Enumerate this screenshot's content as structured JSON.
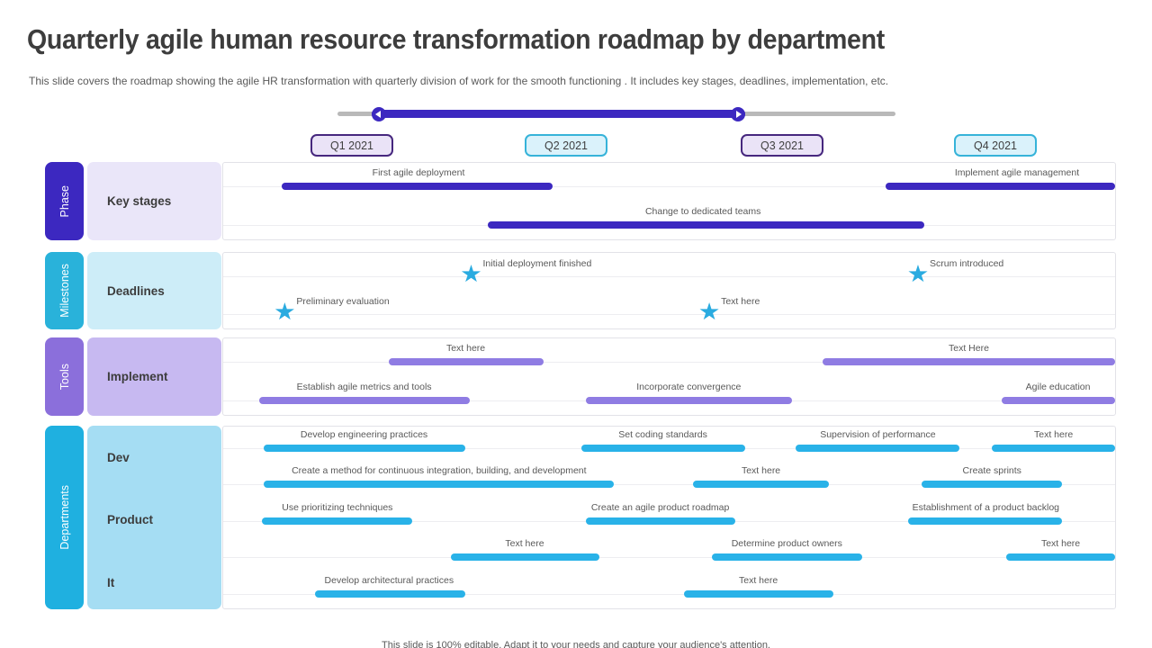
{
  "title": "Quarterly agile human resource transformation roadmap by department",
  "subtitle": "This slide covers the roadmap showing the agile HR transformation with quarterly division of work  for the smooth functioning . It includes key stages, deadlines,  implementation, etc.",
  "footer": "This slide is 100% editable. Adapt it to your needs and capture your audience's attention.",
  "colors": {
    "indigo": "#3c28c0",
    "lavender_bar": "#8f7ce3",
    "cyan_bar": "#29b2e8",
    "star_cyan": "#2aabe0",
    "track_gray": "#b9b9b9",
    "q_purple_border": "#46277e",
    "q_cyan_border": "#36b3d9"
  },
  "timeline": {
    "quarters": [
      {
        "label": "Q1 2021",
        "theme": "purple"
      },
      {
        "label": "Q2 2021",
        "theme": "cyan"
      },
      {
        "label": "Q3 2021",
        "theme": "purple"
      },
      {
        "label": "Q4 2021",
        "theme": "cyan"
      }
    ]
  },
  "rows": [
    {
      "tab": "Phase",
      "category": "Key stages",
      "subrows": [
        {
          "bars": [
            {
              "label": "First agile deployment",
              "left": 6.6,
              "width": 30.3,
              "center": 21.9
            },
            {
              "label": "Implement  agile management",
              "left": 74.3,
              "width": 25.7,
              "center": 89.0
            }
          ]
        },
        {
          "bars": [
            {
              "label": "Change to dedicated teams",
              "left": 29.7,
              "width": 48.9,
              "center": 53.8
            }
          ]
        }
      ]
    },
    {
      "tab": "Milestones",
      "category": "Deadlines",
      "subrows": [
        {
          "stars": [
            {
              "label": "Initial deployment finished",
              "pos": 27.8
            },
            {
              "label": "Scrum introduced",
              "pos": 77.9
            }
          ]
        },
        {
          "stars": [
            {
              "label": "Preliminary evaluation",
              "pos": 6.9
            },
            {
              "label": "Text here",
              "pos": 54.5
            }
          ]
        }
      ]
    },
    {
      "tab": "Tools",
      "category": "Implement",
      "subrows": [
        {
          "bars": [
            {
              "label": "Text here",
              "left": 18.6,
              "width": 17.3,
              "center": 27.2
            },
            {
              "label": "Text Here",
              "left": 67.2,
              "width": 32.8,
              "center": 83.6
            }
          ]
        },
        {
          "bars": [
            {
              "label": "Establish agile  metrics and tools",
              "left": 4.0,
              "width": 23.6,
              "center": 15.8
            },
            {
              "label": "Incorporate convergence",
              "left": 40.7,
              "width": 23.1,
              "center": 52.2
            },
            {
              "label": "Agile education",
              "left": 87.3,
              "width": 12.7,
              "center": 93.6
            }
          ]
        }
      ]
    },
    {
      "tab": "Departments",
      "categories": [
        "Dev",
        "Product",
        "It"
      ],
      "subrows": [
        {
          "bars": [
            {
              "label": "Develop engineering practices",
              "left": 4.5,
              "width": 22.6,
              "center": 15.8
            },
            {
              "label": "Set coding standards",
              "left": 40.2,
              "width": 18.3,
              "center": 49.3
            },
            {
              "label": "Supervision of performance",
              "left": 64.2,
              "width": 18.3,
              "center": 73.4
            },
            {
              "label": "Text here",
              "left": 86.2,
              "width": 13.8,
              "center": 93.1
            }
          ]
        },
        {
          "bars": [
            {
              "label": "Create a method  for continuous integration,  building,  and development",
              "left": 4.5,
              "width": 39.3,
              "center": 24.2
            },
            {
              "label": "Text here",
              "left": 52.7,
              "width": 15.2,
              "center": 60.3
            },
            {
              "label": "Create sprints",
              "left": 78.3,
              "width": 15.7,
              "center": 86.2
            }
          ]
        },
        {
          "bars": [
            {
              "label": "Use prioritizing techniques",
              "left": 4.3,
              "width": 16.9,
              "center": 12.8
            },
            {
              "label": "Create an agile  product roadmap",
              "left": 40.7,
              "width": 16.7,
              "center": 49.0
            },
            {
              "label": "Establishment  of a  product backlog",
              "left": 76.8,
              "width": 17.2,
              "center": 85.5
            }
          ]
        },
        {
          "bars": [
            {
              "label": "Text here",
              "left": 25.5,
              "width": 16.7,
              "center": 33.8
            },
            {
              "label": "Determine  product owners",
              "left": 54.8,
              "width": 16.8,
              "center": 63.2
            },
            {
              "label": "Text here",
              "left": 87.8,
              "width": 12.2,
              "center": 93.9
            }
          ]
        },
        {
          "bars": [
            {
              "label": "Develop architectural practices",
              "left": 10.3,
              "width": 16.8,
              "center": 18.6
            },
            {
              "label": "Text here",
              "left": 51.7,
              "width": 16.7,
              "center": 60.0
            }
          ]
        }
      ]
    }
  ]
}
